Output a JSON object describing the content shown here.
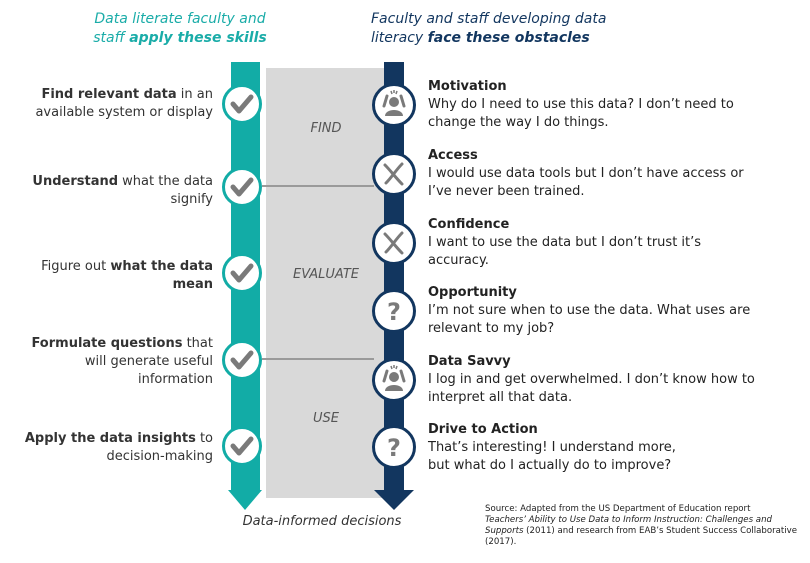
{
  "header": {
    "left_line1": "Data literate faculty and",
    "left_line2_pre": "staff ",
    "left_line2_bold": "apply these skills",
    "right_line1": "Faculty and staff developing data",
    "right_line2_pre": "literacy ",
    "right_line2_bold": "face these obstacles"
  },
  "phases": [
    "FIND",
    "EVALUATE",
    "USE"
  ],
  "skills": [
    {
      "bold": "Find relevant data",
      "rest": " in an available system or display"
    },
    {
      "bold": "Understand",
      "rest": " what the data signify"
    },
    {
      "pre": "Figure out ",
      "bold": "what the data mean"
    },
    {
      "bold": "Formulate questions",
      "rest": " that will generate useful information"
    },
    {
      "bold": "Apply the data insights",
      "rest": " to decision-making"
    }
  ],
  "obstacles": [
    {
      "title": "Motivation",
      "text": "Why do I need to use this data? I don’t need to change the way I do things.",
      "icon": "frustrated-person-icon"
    },
    {
      "title": "Access",
      "text": "I would use data tools but I don’t have access or I’ve never been trained.",
      "icon": "x-mark-icon"
    },
    {
      "title": "Confidence",
      "text": "I want to use the data but I don’t trust it’s accuracy.",
      "icon": "x-mark-icon"
    },
    {
      "title": "Opportunity",
      "text": "I’m not sure when to use the data. What uses are relevant to my job?",
      "icon": "question-mark-icon"
    },
    {
      "title": "Data Savvy",
      "text": "I log in and get overwhelmed. I don’t know how to interpret all that data.",
      "icon": "frustrated-person-icon"
    },
    {
      "title": "Drive to Action",
      "text": "That’s interesting! I understand more, but what do I actually do to improve?",
      "icon": "question-mark-icon"
    }
  ],
  "bottom_label": "Data-informed decisions",
  "source": {
    "line1": "Source: Adapted from the US Department of Education report",
    "italic": "Teachers’ Ability to Use Data to Inform Instruction: Challenges and Supports",
    "rest": " (2011) and research from EAB’s Student Success Collaborative (2017)."
  },
  "colors": {
    "teal": "#12aca6",
    "navy": "#12365f",
    "band": "#d9d9d9",
    "check": "#7a7a7a"
  }
}
